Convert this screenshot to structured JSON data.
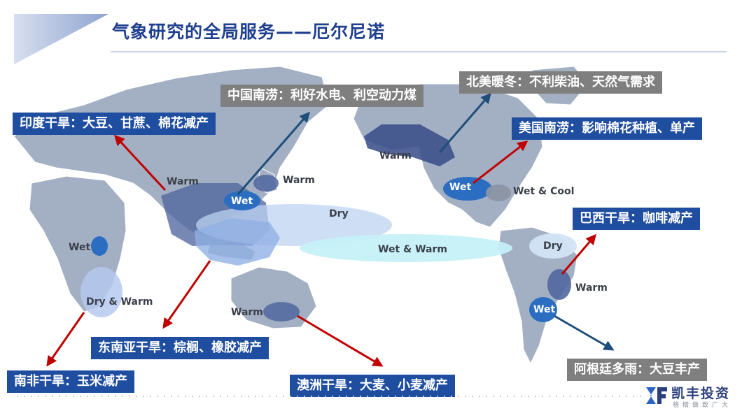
{
  "title": "气象研究的全局服务——厄尔尼诺",
  "callouts": {
    "india": "印度干旱：大豆、甘蔗、棉花减产",
    "china": "中国南涝：利好水电、利空动力煤",
    "north_america": "北美暖冬：不利柴油、天然气需求",
    "us_south": "美国南涝：影响棉花种植、单产",
    "brazil": "巴西干旱：咖啡减产",
    "southeast_asia": "东南亚干旱：棕榈、橡胶减产",
    "south_africa": "南非干旱：玉米减产",
    "australia": "澳洲干旱：大麦、小麦减产",
    "argentina": "阿根廷多雨：大豆丰产"
  },
  "map_labels": {
    "warm_asia": "Warm",
    "wet_china": "Wet",
    "warm_japan": "Warm",
    "dry_pacific": "Dry",
    "wet_warm_pacific": "Wet & Warm",
    "warm_alaska": "Warm",
    "wet_us": "Wet",
    "wet_cool_us": "Wet & Cool",
    "dry_sa": "Dry",
    "warm_sa": "Warm",
    "wet_sa": "Wet",
    "wet_africa": "Wet",
    "dry_warm_africa": "Dry & Warm",
    "warm_australia": "Warm"
  },
  "logo": {
    "name": "凯丰投资",
    "tagline": "格精做致广大"
  },
  "colors": {
    "title": "#1f3f8f",
    "callout_blue": "#1f4ea1",
    "callout_gray": "#7f7f7f",
    "arrow_red": "#c00000",
    "arrow_navy": "#1f4e79",
    "land": "#9aa8bd"
  }
}
